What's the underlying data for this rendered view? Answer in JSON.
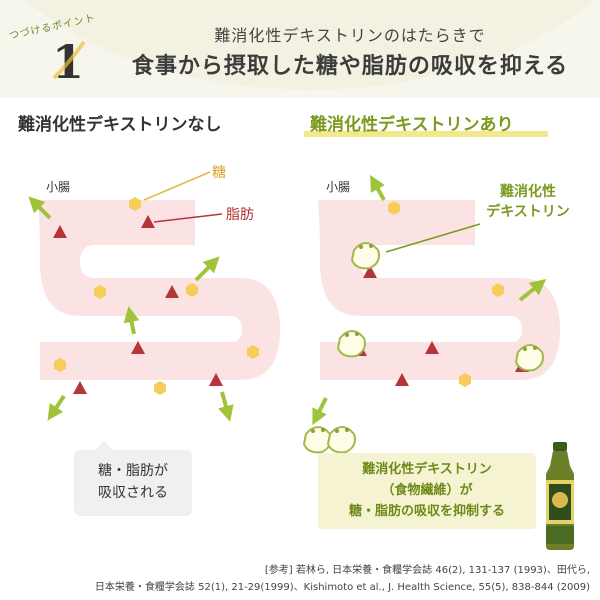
{
  "header": {
    "point_label": "つづけるポイント",
    "point_number": "1",
    "subtitle": "難消化性デキストリンのはたらきで",
    "title": "食事から摂取した糖や脂肪の吸収を抑える"
  },
  "columns": {
    "without": "難消化性デキストリンなし",
    "with": "難消化性デキストリンあり"
  },
  "labels": {
    "intestine": "小腸",
    "sugar": "糖",
    "fat": "脂肪",
    "fiber_line1": "難消化性",
    "fiber_line2": "デキストリン"
  },
  "callouts": {
    "left_line1": "糖・脂肪が",
    "left_line2": "吸収される",
    "right_line1": "難消化性デキストリン",
    "right_line2": "（食物繊維）が",
    "right_line3": "糖・脂肪の吸収を抑制する"
  },
  "reference": {
    "line1": "[参考] 若林ら, 日本栄養・食糧学会誌 46(2), 131-137 (1993)、田代ら,",
    "line2": "日本栄養・食糧学会誌 52(1), 21-29(1999)、Kishimoto et al., J. Health Science, 55(5), 838-844 (2009)"
  },
  "colors": {
    "intestine": "#fbe3e3",
    "sugar": "#f6cc5a",
    "fat": "#b5353a",
    "arrow": "#9fc43a",
    "accent_green": "#7a9a1f"
  }
}
